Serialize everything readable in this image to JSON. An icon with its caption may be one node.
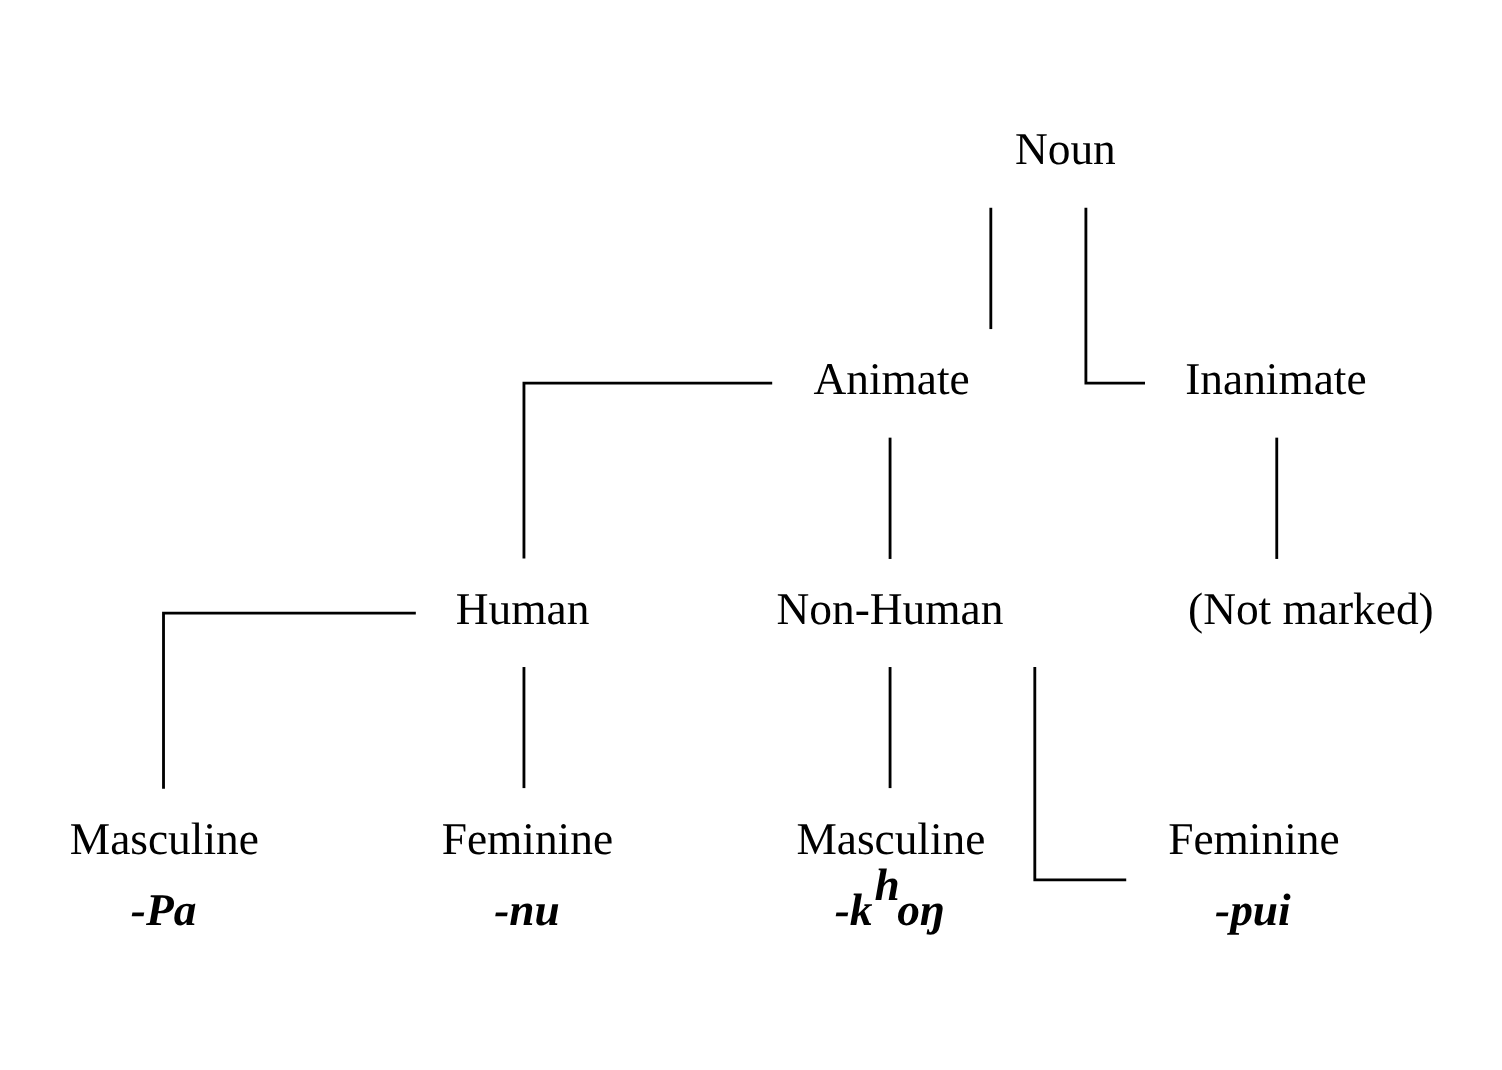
{
  "diagram": {
    "nodes": [
      {
        "text": [
          "Noun"
        ]
      },
      {
        "text": [
          "Animate"
        ]
      },
      {
        "text": [
          "Inanimate"
        ]
      },
      {
        "text": [
          "Human"
        ]
      },
      {
        "text": [
          "Non-Human"
        ]
      },
      {
        "text": [
          "(Not marked)"
        ]
      },
      {
        "text": [
          "Masculine"
        ],
        "beside": [
          "-Pa"
        ]
      },
      {
        "text": [
          "Feminine"
        ],
        "beside": [
          "-nu"
        ]
      },
      {
        "text": [
          "Masculine"
        ],
        "beside": [
          "-k$^{h}$oŋ"
        ]
      },
      {
        "text": [
          "Feminine"
        ],
        "beside": [
          "-pui"
        ]
      }
    ],
    "edges": [
      {
        "from": 0,
        "to": 1,
        "arrow": "none"
      },
      {
        "from": 0,
        "to": 2,
        "arrow": "none"
      },
      {
        "from": 1,
        "to": 3,
        "arrow": "none"
      },
      {
        "from": 1,
        "to": 4,
        "arrow": "none"
      },
      {
        "from": 2,
        "to": 5,
        "arrow": "none"
      },
      {
        "from": 3,
        "to": 6,
        "arrow": "none"
      },
      {
        "from": 3,
        "to": 7,
        "arrow": "none"
      },
      {
        "from": 4,
        "to": 8,
        "arrow": "none"
      },
      {
        "from": 4,
        "to": 9,
        "arrow": "none"
      }
    ]
  }
}
